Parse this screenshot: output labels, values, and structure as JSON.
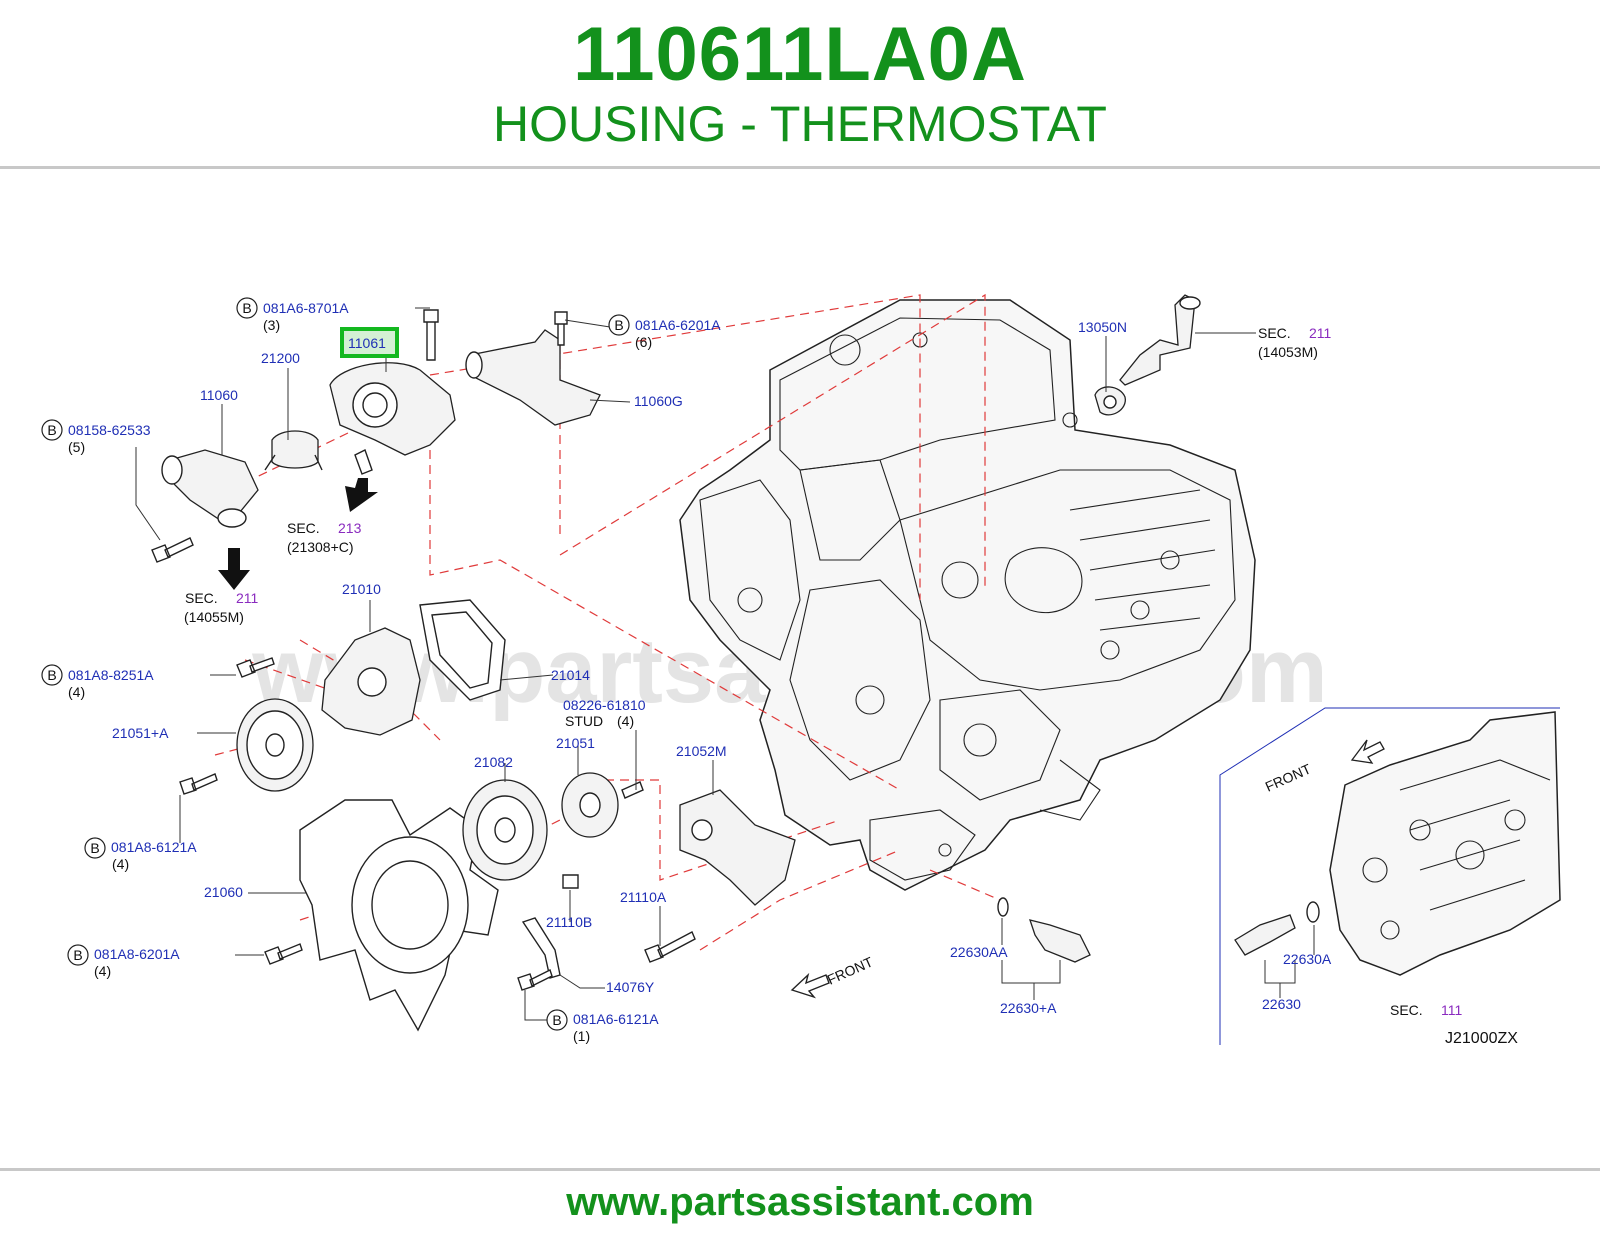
{
  "header": {
    "part_number": "110611LA0A",
    "part_name": "HOUSING - THERMOSTAT"
  },
  "footer": {
    "url": "www.partsassistant.com"
  },
  "watermark": "www.partsassistant.com",
  "diagram_code": "J21000ZX",
  "bolt_prefix": "B",
  "labels": {
    "p081A6_8701A": "081A6-8701A",
    "q3": "(3)",
    "p11061": "11061",
    "p21200": "21200",
    "p11060": "11060",
    "p08158_62533": "08158-62533",
    "q5": "(5)",
    "p081A6_6201A": "081A6-6201A",
    "q6": "(6)",
    "p11060G": "11060G",
    "sec": "SEC.",
    "sec213": "213",
    "ref21308C": "(21308+C)",
    "sec211": "211",
    "ref14055M": "(14055M)",
    "p13050N": "13050N",
    "ref14053M": "(14053M)",
    "p21010": "21010",
    "p081A8_8251A": "081A8-8251A",
    "q4": "(4)",
    "p21014": "21014",
    "p08226_61810": "08226-61810",
    "stud": "STUD",
    "p21051A": "21051+A",
    "p21082": "21082",
    "p21051": "21051",
    "p21052M": "21052M",
    "p081A8_6121A": "081A8-6121A",
    "p21060": "21060",
    "p21110B": "21110B",
    "p21110A": "21110A",
    "p081A8_6201A": "081A8-6201A",
    "p14076Y": "14076Y",
    "p081A6_6121A": "081A6-6121A",
    "q1": "(1)",
    "front": "FRONT",
    "p22630AA": "22630AA",
    "p22630A_plus": "22630+A",
    "p22630A": "22630A",
    "p22630": "22630",
    "sec111": "111"
  },
  "colors": {
    "brand_green": "#13911c",
    "part_number_blue": "#1f2fb5",
    "section_purple": "#8a2bbf",
    "phantom_line_red": "#e03a3a",
    "highlight_green": "#13b81f"
  }
}
